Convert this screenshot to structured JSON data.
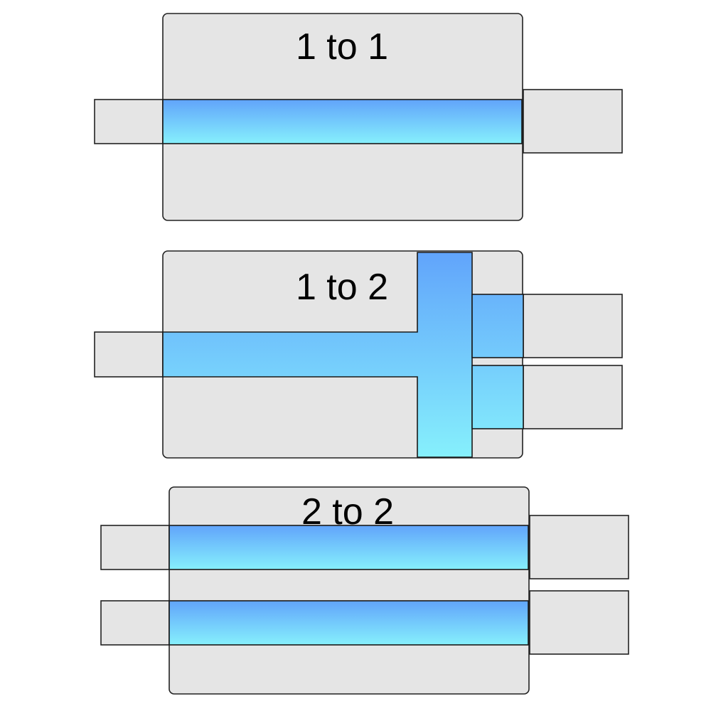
{
  "diagram": {
    "panels": [
      {
        "id": "panel-1",
        "label": "1 to 1"
      },
      {
        "id": "panel-2",
        "label": "1 to 2"
      },
      {
        "id": "panel-3",
        "label": "2 to 2"
      }
    ],
    "colors": {
      "body_fill": "#e5e5e5",
      "outline": "#222222",
      "channel_top": "#61a4fb",
      "channel_bottom": "#86f0fc",
      "background": "#ffffff"
    }
  }
}
